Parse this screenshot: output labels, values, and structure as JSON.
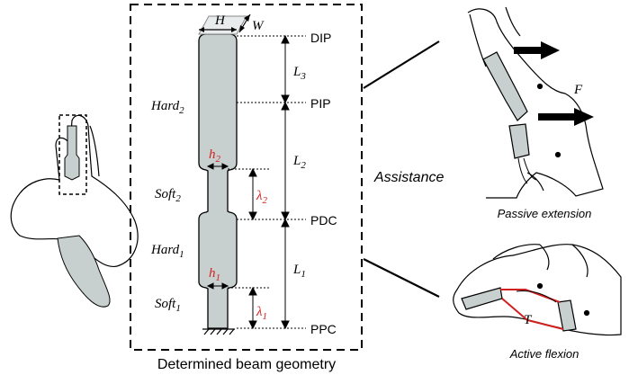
{
  "caption": "Determined beam geometry",
  "dimensions": {
    "H": "H",
    "W": "W",
    "L3": "L",
    "L3_sub": "3",
    "L2": "L",
    "L2_sub": "2",
    "L1": "L",
    "L1_sub": "1",
    "h2": "h",
    "h2_sub": "2",
    "h1": "h",
    "h1_sub": "1",
    "lambda2": "λ",
    "lambda2_sub": "2",
    "lambda1": "λ",
    "lambda1_sub": "1"
  },
  "joints": {
    "dip": "DIP",
    "pip": "PIP",
    "pdc": "PDC",
    "ppc": "PPC"
  },
  "segments": {
    "hard2": "Hard",
    "hard2_sub": "2",
    "soft2": "Soft",
    "soft2_sub": "2",
    "hard1": "Hard",
    "hard1_sub": "1",
    "soft1": "Soft",
    "soft1_sub": "1"
  },
  "assistance": "Assistance",
  "right": {
    "force": "F",
    "passive": "Passive extension",
    "torque": "T",
    "active": "Active flexion"
  },
  "colors": {
    "beam_fill": "#c8cfcf",
    "highlight": "#d22020",
    "hatch": "#000000"
  }
}
